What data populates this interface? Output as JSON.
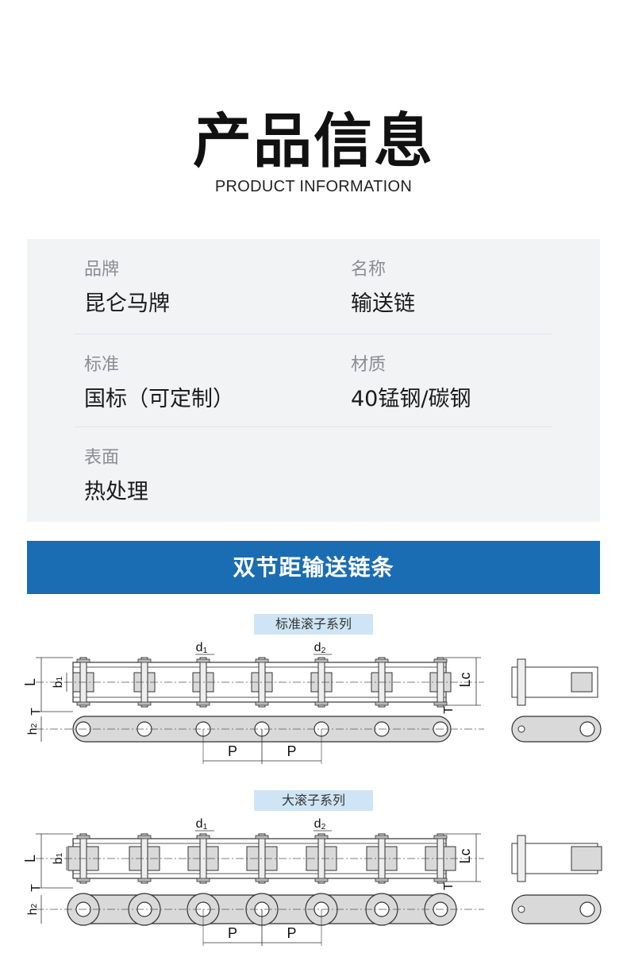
{
  "header": {
    "title": "产品信息",
    "subtitle": "PRODUCT INFORMATION"
  },
  "info": {
    "brand_label": "品牌",
    "brand_value": "昆仑马牌",
    "name_label": "名称",
    "name_value": "输送链",
    "standard_label": "标准",
    "standard_value": "国标（可定制）",
    "material_label": "材质",
    "material_value": "40锰钢/碳钢",
    "surface_label": "表面",
    "surface_value": "热处理"
  },
  "banner": {
    "title": "双节距输送链条"
  },
  "diagram_standard": {
    "tag": "标准滚子系列",
    "labels": {
      "d1": "d",
      "d1_sub": "1",
      "d2": "d",
      "d2_sub": "2",
      "L": "L",
      "b1": "b",
      "b1_sub": "1",
      "T": "T",
      "Lc": "Lc",
      "h2": "h",
      "h2_sub": "2",
      "P": "P"
    }
  },
  "diagram_large": {
    "tag": "大滚子系列",
    "labels": {
      "d1": "d",
      "d1_sub": "1",
      "d2": "d",
      "d2_sub": "2",
      "L": "L",
      "b1": "b",
      "b1_sub": "1",
      "T": "T",
      "Lc": "Lc",
      "h2": "h",
      "h2_sub": "2",
      "P": "P"
    }
  },
  "colors": {
    "banner": "#1b6db3",
    "tag": "#cfe5f5",
    "card": "#f2f3f5",
    "part_fill": "#d9d9d9",
    "part_stroke": "#333333"
  }
}
